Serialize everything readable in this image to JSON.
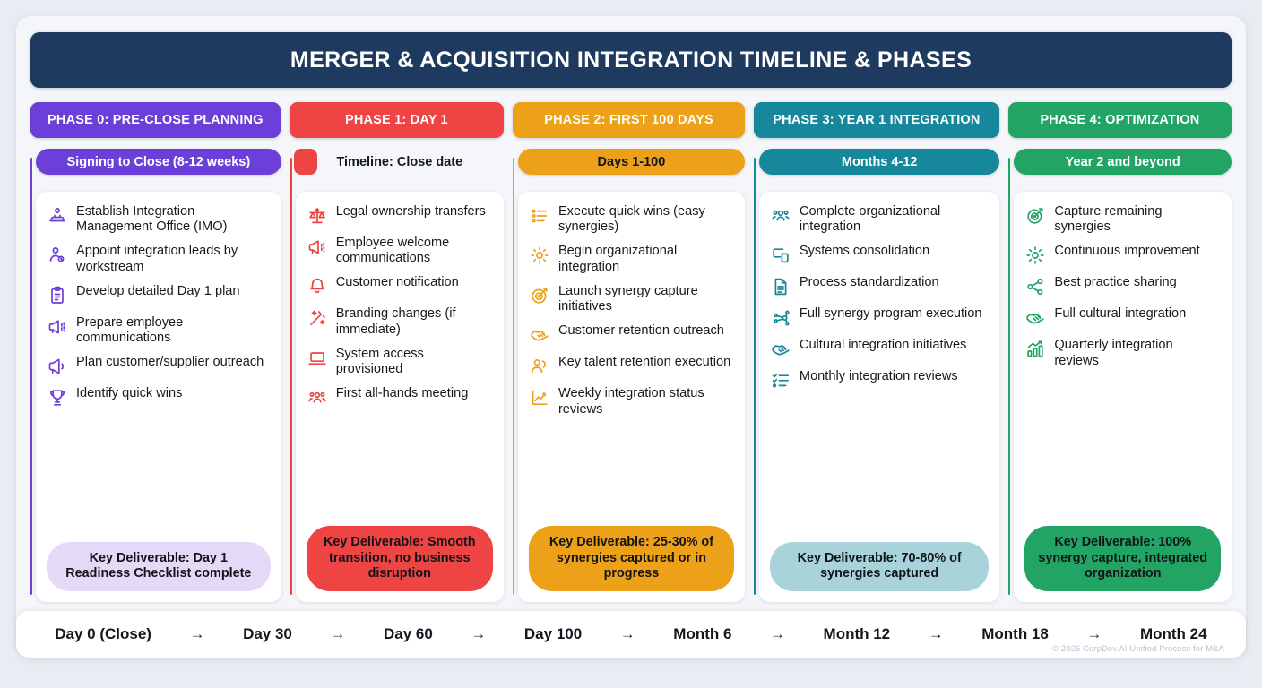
{
  "header": {
    "title": "MERGER & ACQUISITION INTEGRATION TIMELINE & PHASES"
  },
  "colors": {
    "page_bg": "#e9edf3",
    "board_bg": "#f4f6fa",
    "title_bar": "#1e3a5f",
    "phase0": "#6d3fd9",
    "phase1": "#ef4444",
    "phase2": "#eda119",
    "phase3": "#17879b",
    "phase4": "#22a464"
  },
  "columns": [
    {
      "phase_label": "PHASE 0: PRE-CLOSE PLANNING",
      "accent": "#6d3fd9",
      "sub_label": "Signing to Close (8-12 weeks)",
      "sub_bg": "#6d3fd9",
      "sub_text": "#ffffff",
      "sub_style": "pill",
      "deliverable": "Key Deliverable: Day 1 Readiness Checklist complete",
      "deliverable_bg": "#e4daf7",
      "deliverable_text": "#111418",
      "items": [
        {
          "icon": "org-chart-icon",
          "text": "Establish Integration Management Office (IMO)"
        },
        {
          "icon": "user-assign-icon",
          "text": "Appoint integration leads by workstream"
        },
        {
          "icon": "clipboard-icon",
          "text": "Develop detailed Day 1 plan"
        },
        {
          "icon": "megaphone-lines-icon",
          "text": "Prepare employee communications"
        },
        {
          "icon": "megaphone-icon",
          "text": "Plan customer/supplier outreach"
        },
        {
          "icon": "trophy-icon",
          "text": "Identify quick wins"
        }
      ]
    },
    {
      "phase_label": "PHASE 1: DAY 1",
      "accent": "#ef4444",
      "sub_label": "Timeline: Close date",
      "sub_bg": "transparent",
      "sub_text": "#161a20",
      "sub_style": "stub",
      "deliverable": "Key Deliverable: Smooth transition, no business disruption",
      "deliverable_bg": "#ef4444",
      "deliverable_text": "#111418",
      "items": [
        {
          "icon": "scales-icon",
          "text": "Legal ownership transfers"
        },
        {
          "icon": "megaphone-lines-icon",
          "text": "Employee welcome communications"
        },
        {
          "icon": "bell-icon",
          "text": "Customer notification"
        },
        {
          "icon": "wand-sparkle-icon",
          "text": "Branding changes (if immediate)"
        },
        {
          "icon": "laptop-icon",
          "text": "System access provisioned"
        },
        {
          "icon": "people-group-icon",
          "text": "First all-hands meeting"
        }
      ]
    },
    {
      "phase_label": "PHASE 2: FIRST 100 DAYS",
      "accent": "#eda119",
      "sub_label": "Days 1-100",
      "sub_bg": "#eda119",
      "sub_text": "#111418",
      "sub_style": "pill",
      "deliverable": "Key Deliverable: 25-30% of synergies captured or in progress",
      "deliverable_bg": "#eda119",
      "deliverable_text": "#111418",
      "items": [
        {
          "icon": "checklist-icon",
          "text": "Execute quick wins (easy synergies)"
        },
        {
          "icon": "gear-icon",
          "text": "Begin organizational integration"
        },
        {
          "icon": "target-arrow-icon",
          "text": "Launch synergy capture initiatives"
        },
        {
          "icon": "handshake-icon",
          "text": "Customer retention outreach"
        },
        {
          "icon": "user-pair-icon",
          "text": "Key talent retention execution"
        },
        {
          "icon": "line-chart-icon",
          "text": "Weekly integration status reviews"
        }
      ]
    },
    {
      "phase_label": "PHASE 3: YEAR 1 INTEGRATION",
      "accent": "#17879b",
      "sub_label": "Months 4-12",
      "sub_bg": "#17879b",
      "sub_text": "#ffffff",
      "sub_style": "pill",
      "deliverable": "Key Deliverable: 70-80% of synergies captured",
      "deliverable_bg": "#a8d3da",
      "deliverable_text": "#111418",
      "items": [
        {
          "icon": "people-group-icon",
          "text": "Complete organizational integration"
        },
        {
          "icon": "devices-icon",
          "text": "Systems consolidation"
        },
        {
          "icon": "document-icon",
          "text": "Process standardization"
        },
        {
          "icon": "network-nodes-icon",
          "text": "Full synergy program execution"
        },
        {
          "icon": "handshake-icon",
          "text": "Cultural integration initiatives"
        },
        {
          "icon": "task-list-icon",
          "text": "Monthly integration reviews"
        }
      ]
    },
    {
      "phase_label": "PHASE 4: OPTIMIZATION",
      "accent": "#22a464",
      "sub_label": "Year 2 and beyond",
      "sub_bg": "#22a464",
      "sub_text": "#ffffff",
      "sub_style": "pill",
      "deliverable": "Key Deliverable: 100% synergy capture, integrated organization",
      "deliverable_bg": "#22a464",
      "deliverable_text": "#111418",
      "items": [
        {
          "icon": "target-arrow-icon",
          "text": "Capture remaining synergies"
        },
        {
          "icon": "gear-icon",
          "text": "Continuous improvement"
        },
        {
          "icon": "share-nodes-icon",
          "text": "Best practice sharing"
        },
        {
          "icon": "handshake-icon",
          "text": "Full cultural integration"
        },
        {
          "icon": "bar-chart-up-icon",
          "text": "Quarterly integration reviews"
        }
      ]
    }
  ],
  "timeline": {
    "arrow": "→",
    "points": [
      "Day 0 (Close)",
      "Day 30",
      "Day 60",
      "Day 100",
      "Month 6",
      "Month 12",
      "Month 18",
      "Month 24"
    ]
  },
  "footer": {
    "text": "© 2026 CorpDev.AI Unified Process for M&A"
  }
}
